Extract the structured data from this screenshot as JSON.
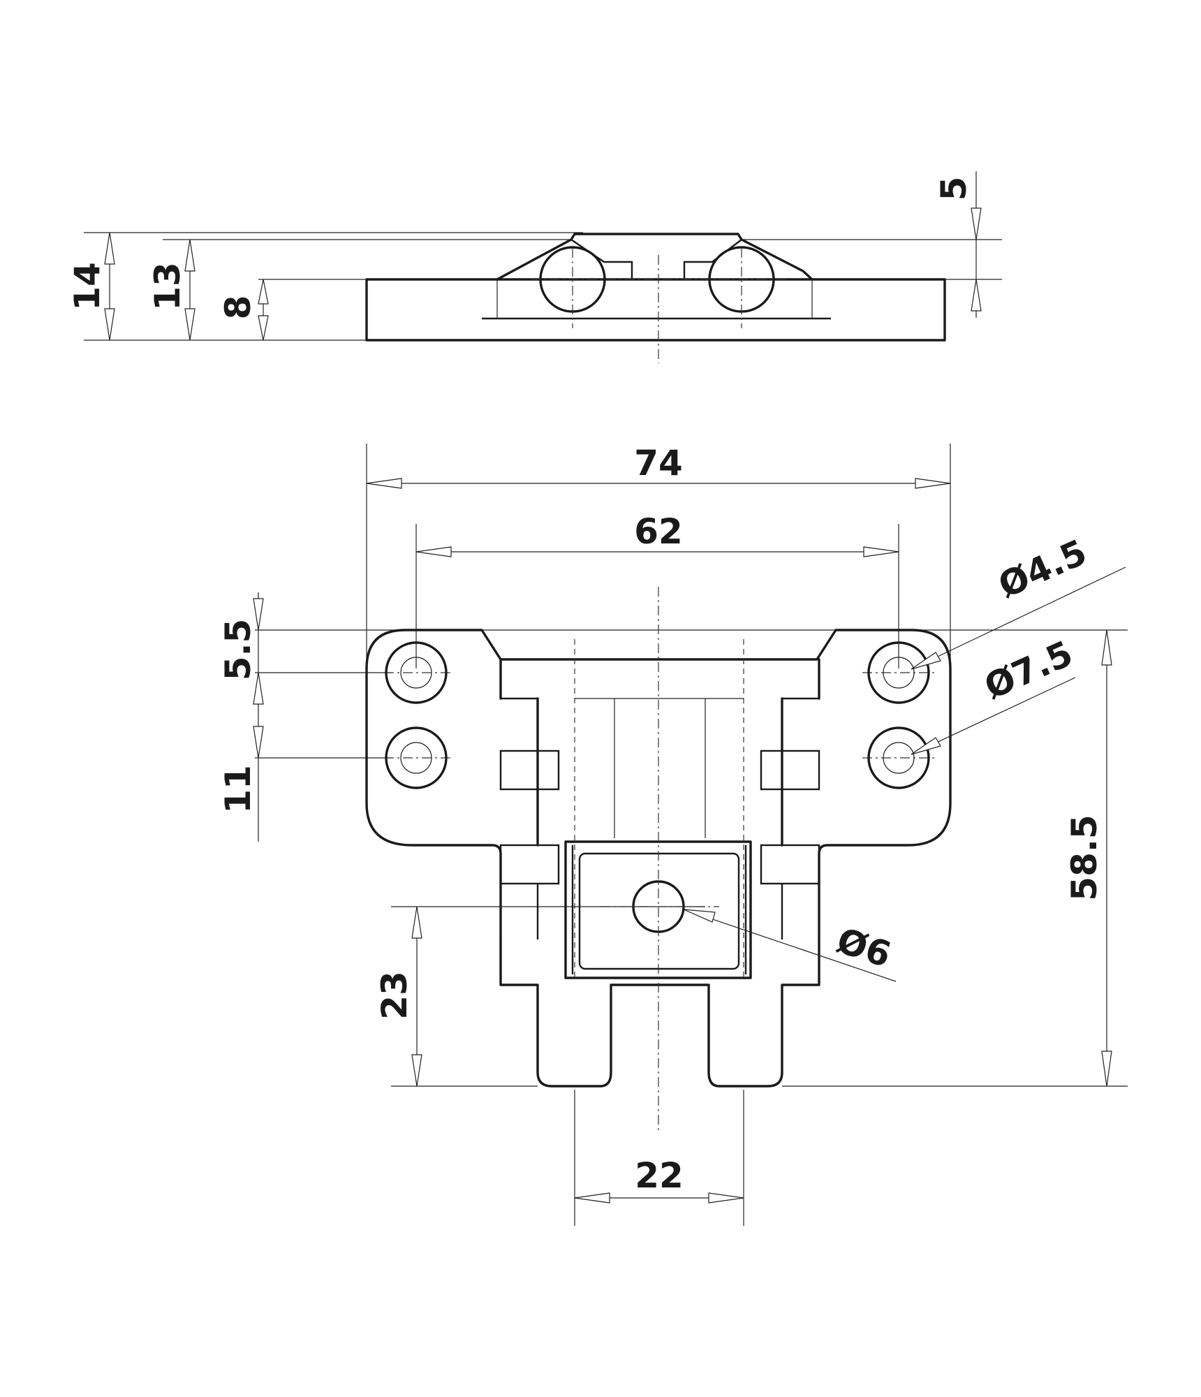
{
  "side_view": {
    "dims": {
      "total_height": "14",
      "inner_height": "13",
      "base_height": "8",
      "top_offset": "5"
    }
  },
  "top_view": {
    "dims": {
      "overall_width": "74",
      "hole_spacing": "62",
      "hole_top_offset": "5.5",
      "hole_pitch": "11",
      "center_hole_offset": "23",
      "overall_depth": "58.5",
      "leg_spacing": "22"
    },
    "diameters": {
      "inner_hole": "Ø4.5",
      "outer_hole": "Ø7.5",
      "center_hole": "Ø6"
    }
  }
}
